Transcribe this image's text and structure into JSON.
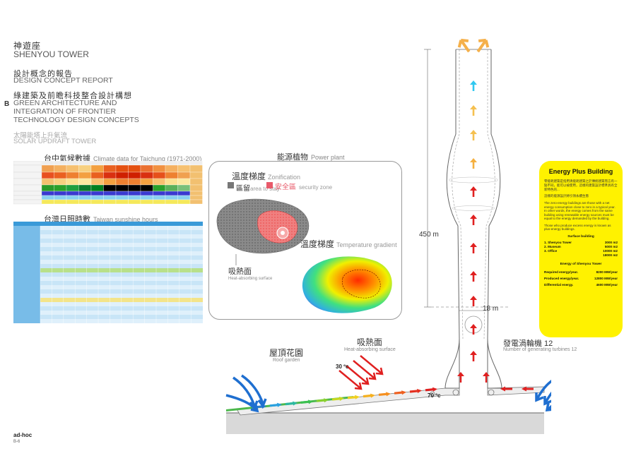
{
  "header": {
    "title_zh": "神遊座",
    "title_en": "SHENYOU TOWER",
    "report_zh": "設計概念的報告",
    "report_en": "DESIGN CONCEPT REPORT",
    "section_letter": "B",
    "section_zh": "綠建築及前瞻科技整合設計構想",
    "section_en_1": "GREEN ARCHITECTURE AND",
    "section_en_2": "INTEGRATION OF FRONTIER",
    "section_en_3": "TECHNOLOGY DESIGN CONCEPTS",
    "sub_zh": "太陽能塔上升氣流",
    "sub_en": "SOLAR UPDRAFT TOWER"
  },
  "climate_table": {
    "title_zh": "台中氣候數據",
    "title_en": "Climate data for Taichung (1971-2000)"
  },
  "sunshine_table": {
    "title_zh": "台灣日照時數",
    "title_en": "Taiwan sunshine hours"
  },
  "power_plant": {
    "title_zh": "能源植物",
    "title_en": "Power plant",
    "zonification_zh": "溫度梯度",
    "zonification_en": "Zonification",
    "stay_zh": "區留",
    "stay_en": "area to stay",
    "safe_zh": "安全區",
    "safe_en": "security zone",
    "gradient_zh": "溫度梯度",
    "gradient_en": "Temperature gradient",
    "absorb_zh": "吸熱面",
    "absorb_en": "Heat-absorbing surface"
  },
  "tower": {
    "height_label": "450 m",
    "width_label": "18 m",
    "roof_garden_zh": "屋頂花園",
    "roof_garden_en": "Roof garden",
    "heat_surface_zh": "吸熱面",
    "heat_surface_en": "Heat-absorbing surface",
    "turbines_zh": "發電渦輪機 12",
    "turbines_en": "Number of generating turbines 12",
    "temp_30": "30 ºc",
    "temp_70": "70 ºc"
  },
  "energy_box": {
    "title": "Energy Plus Building",
    "zh_text": "零能耗建築是指用清能耗建築之於傳統建築而言有一點不同，能可以被使用，這樣的建築設計標準具有全新特色的...",
    "zh_text_2": "這樣的能源設計將引領永續生態",
    "en_text": "The zero-energy buildings are those with a net energy consumption close to zero in a typical year. In other words, the energy comes from the same building using renewable energy sources must be equal to the energy demanded by the building.",
    "en_text_2": "Those who produce excess energy is known as plus-energy buildings.",
    "surface_heading": "Surface building",
    "surfaces": [
      {
        "label": "1. Shenyou Tower",
        "value": "3000 m2"
      },
      {
        "label": "2. Museum",
        "value": "5000 m2"
      },
      {
        "label": "3. Office",
        "value": "10000 m2"
      }
    ],
    "surface_total": "18000 m2",
    "energy_heading": "Energy of Shenyou Tower",
    "energies": [
      {
        "label": "Required energy/year.",
        "value": "8200 MW/year"
      },
      {
        "label": "Produced energy/year.",
        "value": "12800 MW/year"
      },
      {
        "label": "Differential energy.",
        "value": "4600 MW/year"
      }
    ]
  },
  "footer": {
    "brand": "ad-hoc",
    "page": "B-6"
  },
  "colors": {
    "accent_yellow": "#fff200",
    "arrow_red": "#e02020",
    "arrow_blue": "#1f6fd0",
    "ground_gray": "#d9d9d9"
  }
}
